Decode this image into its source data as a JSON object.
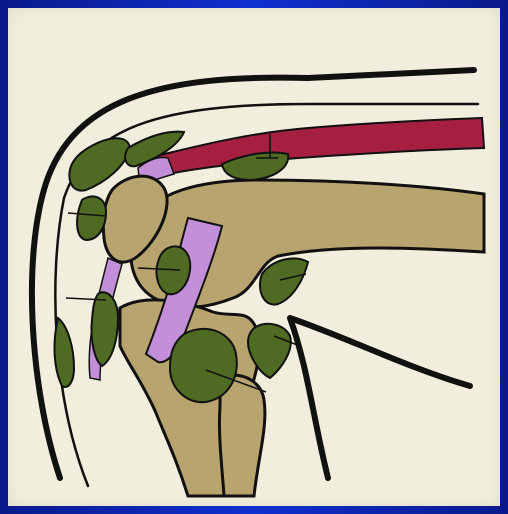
{
  "diagram": {
    "colors": {
      "background_frame": "#1030d0",
      "panel": "#f1eedd",
      "bone": "#b8a46f",
      "fat_pad": "#4f6a22",
      "muscle_tendon": "#a52040",
      "ligament": "#c28fd8",
      "outline": "#111111"
    },
    "structures": [
      {
        "name": "skin-outline",
        "kind": "contour"
      },
      {
        "name": "femur",
        "kind": "bone"
      },
      {
        "name": "patella",
        "kind": "bone"
      },
      {
        "name": "tibia",
        "kind": "bone"
      },
      {
        "name": "fibula",
        "kind": "bone"
      },
      {
        "name": "quadriceps-tendon",
        "kind": "muscle"
      },
      {
        "name": "patellar-ligament",
        "kind": "ligament"
      },
      {
        "name": "cruciate-ligament",
        "kind": "ligament"
      },
      {
        "name": "fat-pads",
        "kind": "soft-tissue"
      }
    ]
  }
}
